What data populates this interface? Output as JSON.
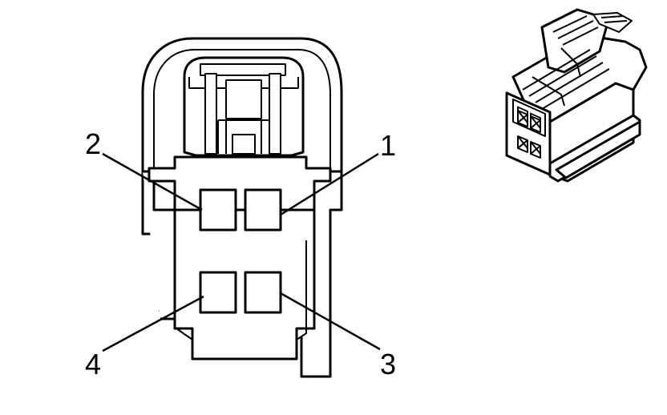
{
  "diagram": {
    "pin_labels": [
      "1",
      "2",
      "3",
      "4"
    ]
  }
}
